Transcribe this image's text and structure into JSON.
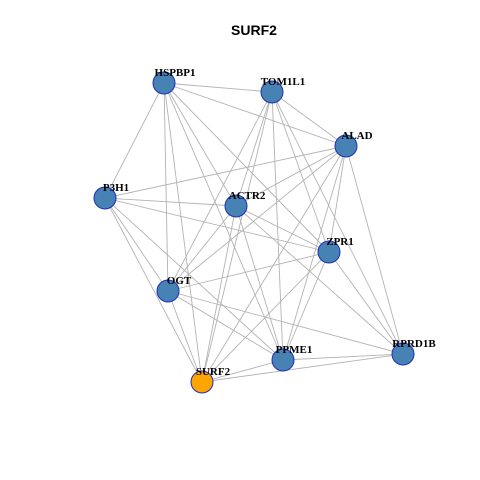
{
  "title": "SURF2",
  "colors": {
    "default_node": "#4682b4",
    "highlight_node": "#ffa500",
    "node_border": "#1f2fb8",
    "edge": "#b3b3b3"
  },
  "nodes": [
    {
      "id": "HSPBP1",
      "label": "HSPBP1"
    },
    {
      "id": "TOM1L1",
      "label": "TOM1L1"
    },
    {
      "id": "ALAD",
      "label": "ALAD"
    },
    {
      "id": "P3H1",
      "label": "P3H1"
    },
    {
      "id": "ACTR2",
      "label": "ACTR2"
    },
    {
      "id": "ZPR1",
      "label": "ZPR1"
    },
    {
      "id": "OGT",
      "label": "OGT"
    },
    {
      "id": "RPRD1B",
      "label": "RPRD1B"
    },
    {
      "id": "PPME1",
      "label": "PPME1"
    },
    {
      "id": "SURF2",
      "label": "SURF2",
      "highlight": true
    }
  ],
  "edges": [
    [
      "HSPBP1",
      "TOM1L1"
    ],
    [
      "HSPBP1",
      "ALAD"
    ],
    [
      "HSPBP1",
      "P3H1"
    ],
    [
      "HSPBP1",
      "ACTR2"
    ],
    [
      "HSPBP1",
      "ZPR1"
    ],
    [
      "HSPBP1",
      "OGT"
    ],
    [
      "HSPBP1",
      "PPME1"
    ],
    [
      "HSPBP1",
      "SURF2"
    ],
    [
      "TOM1L1",
      "ALAD"
    ],
    [
      "TOM1L1",
      "ACTR2"
    ],
    [
      "TOM1L1",
      "ZPR1"
    ],
    [
      "TOM1L1",
      "OGT"
    ],
    [
      "TOM1L1",
      "RPRD1B"
    ],
    [
      "TOM1L1",
      "PPME1"
    ],
    [
      "TOM1L1",
      "SURF2"
    ],
    [
      "ALAD",
      "P3H1"
    ],
    [
      "ALAD",
      "ACTR2"
    ],
    [
      "ALAD",
      "ZPR1"
    ],
    [
      "ALAD",
      "OGT"
    ],
    [
      "ALAD",
      "RPRD1B"
    ],
    [
      "ALAD",
      "PPME1"
    ],
    [
      "ALAD",
      "SURF2"
    ],
    [
      "P3H1",
      "ACTR2"
    ],
    [
      "P3H1",
      "ZPR1"
    ],
    [
      "P3H1",
      "OGT"
    ],
    [
      "P3H1",
      "PPME1"
    ],
    [
      "P3H1",
      "SURF2"
    ],
    [
      "ACTR2",
      "ZPR1"
    ],
    [
      "ACTR2",
      "OGT"
    ],
    [
      "ACTR2",
      "RPRD1B"
    ],
    [
      "ACTR2",
      "PPME1"
    ],
    [
      "ACTR2",
      "SURF2"
    ],
    [
      "ZPR1",
      "OGT"
    ],
    [
      "ZPR1",
      "RPRD1B"
    ],
    [
      "ZPR1",
      "PPME1"
    ],
    [
      "ZPR1",
      "SURF2"
    ],
    [
      "OGT",
      "RPRD1B"
    ],
    [
      "OGT",
      "PPME1"
    ],
    [
      "OGT",
      "SURF2"
    ],
    [
      "RPRD1B",
      "PPME1"
    ],
    [
      "RPRD1B",
      "SURF2"
    ],
    [
      "PPME1",
      "SURF2"
    ]
  ]
}
